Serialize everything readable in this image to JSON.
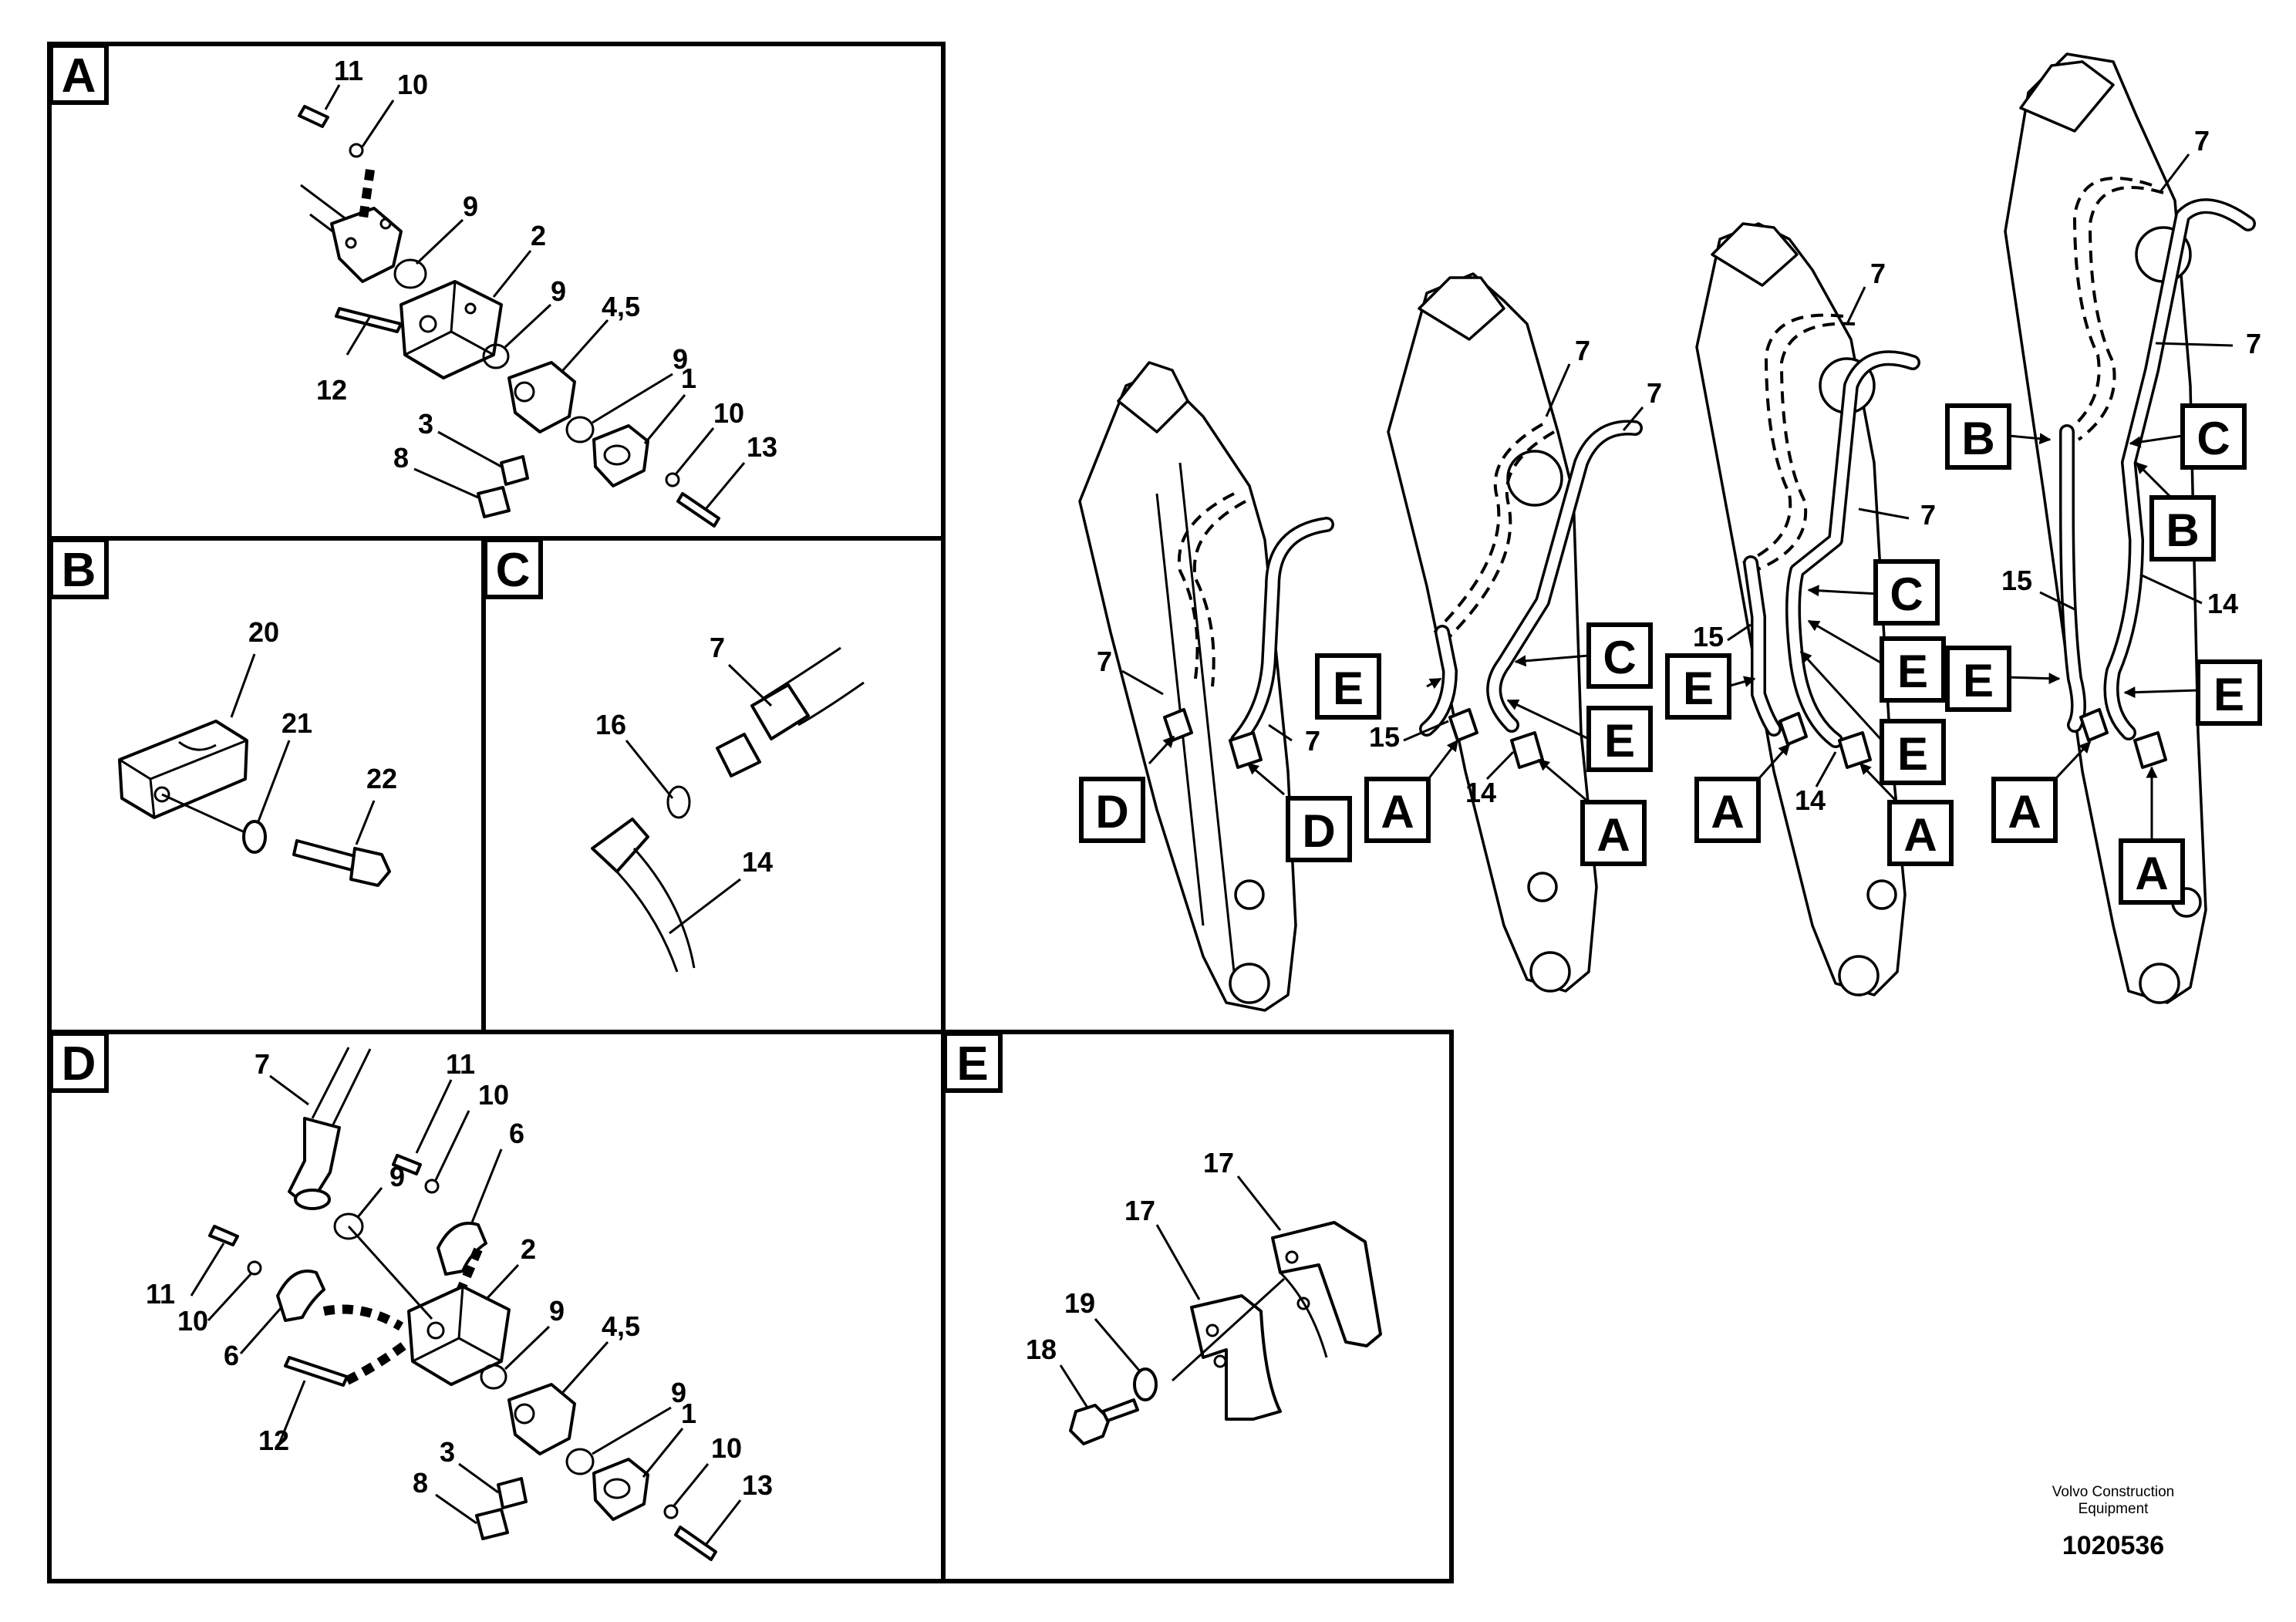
{
  "panels": {
    "A": {
      "letter": "A",
      "callouts": [
        "11",
        "10",
        "9",
        "2",
        "9",
        "4,5",
        "9",
        "1",
        "10",
        "13",
        "12",
        "3",
        "8"
      ]
    },
    "B": {
      "letter": "B",
      "callouts": [
        "20",
        "21",
        "22"
      ]
    },
    "C": {
      "letter": "C",
      "callouts": [
        "7",
        "16",
        "14"
      ]
    },
    "D": {
      "letter": "D",
      "callouts": [
        "7",
        "11",
        "10",
        "6",
        "9",
        "2",
        "11",
        "10",
        "6",
        "9",
        "4,5",
        "12",
        "9",
        "1",
        "3",
        "10",
        "8",
        "13"
      ]
    },
    "E": {
      "letter": "E",
      "callouts": [
        "17",
        "17",
        "19",
        "18"
      ]
    }
  },
  "overview": {
    "boom1": {
      "callouts": [
        "7",
        "7"
      ],
      "views": [
        "D",
        "D"
      ]
    },
    "boom2": {
      "callouts": [
        "7",
        "7",
        "15",
        "14"
      ],
      "views": [
        "E",
        "C",
        "E",
        "A",
        "A"
      ]
    },
    "boom3": {
      "callouts": [
        "7",
        "7",
        "15",
        "14"
      ],
      "views": [
        "C",
        "E",
        "E",
        "E",
        "A",
        "A"
      ]
    },
    "boom4": {
      "callouts": [
        "7",
        "7",
        "15",
        "14"
      ],
      "views": [
        "B",
        "C",
        "B",
        "E",
        "E",
        "A",
        "A"
      ]
    }
  },
  "footer": {
    "credit_line1": "Volvo Construction",
    "credit_line2": "Equipment",
    "doc_number": "1020536"
  }
}
